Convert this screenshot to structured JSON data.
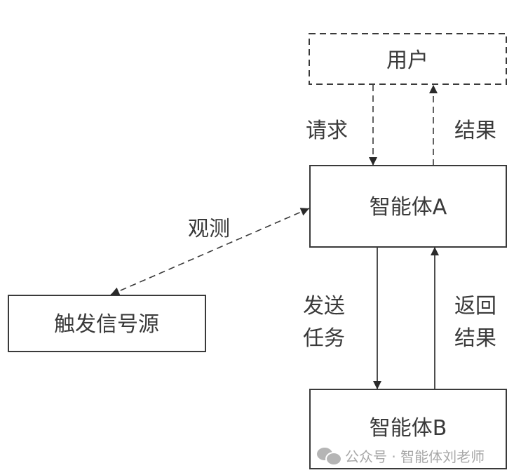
{
  "diagram": {
    "nodes": {
      "user": {
        "label": "用户",
        "style": "dashed"
      },
      "agent_a": {
        "label": "智能体A",
        "style": "solid"
      },
      "trigger_source": {
        "label": "触发信号源",
        "style": "solid"
      },
      "agent_b": {
        "label": "智能体B",
        "style": "solid"
      }
    },
    "edges": {
      "request": {
        "from": "user",
        "to": "agent_a",
        "label": "请求",
        "style": "dashed"
      },
      "result": {
        "from": "agent_a",
        "to": "user",
        "label": "结果",
        "style": "dashed"
      },
      "observe": {
        "from": "trigger_source",
        "to": "agent_a",
        "label": "观测",
        "style": "dashed",
        "bidirectional": true
      },
      "send_task": {
        "from": "agent_a",
        "to": "agent_b",
        "label_line1": "发送",
        "label_line2": "任务",
        "style": "solid"
      },
      "return_result": {
        "from": "agent_b",
        "to": "agent_a",
        "label_line1": "返回",
        "label_line2": "结果",
        "style": "solid"
      }
    },
    "colors": {
      "stroke": "#3a3a3a",
      "text": "#3a3a3a",
      "watermark": "#a8a8a8"
    }
  },
  "watermark": {
    "icon": "wechat-icon",
    "text": "公众号 · 智能体刘老师"
  }
}
